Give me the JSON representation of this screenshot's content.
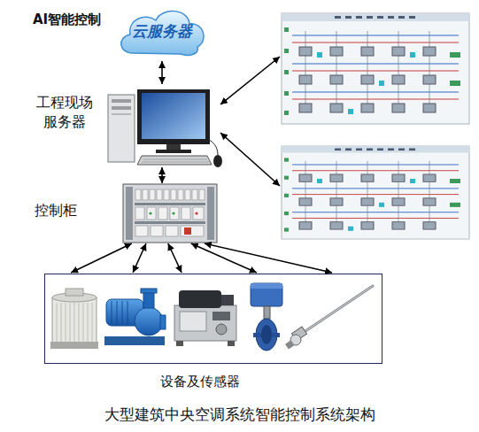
{
  "diagram": {
    "caption": "大型建筑中央空调系统智能控制系统架构",
    "nodes": [
      {
        "text": [
          "AI智能控制",
          "云服务器"
        ]
      },
      {
        "text": [
          "工程现场 服务器"
        ]
      },
      {
        "text": [
          "控制柜"
        ]
      },
      {
        "text": [
          "设备及传感器"
        ]
      }
    ],
    "edges": [
      {
        "from": 0,
        "to": 1,
        "arrow": "both"
      },
      {
        "from": 1,
        "to": 2,
        "arrow": "both"
      },
      {
        "from": 2,
        "to": 3,
        "arrow": "both"
      },
      {
        "from": 2,
        "to": 3,
        "arrow": "both"
      },
      {
        "from": 2,
        "to": 3,
        "arrow": "both"
      },
      {
        "from": 2,
        "to": 3,
        "arrow": "both"
      },
      {
        "from": 2,
        "to": 3,
        "arrow": "both"
      }
    ]
  }
}
